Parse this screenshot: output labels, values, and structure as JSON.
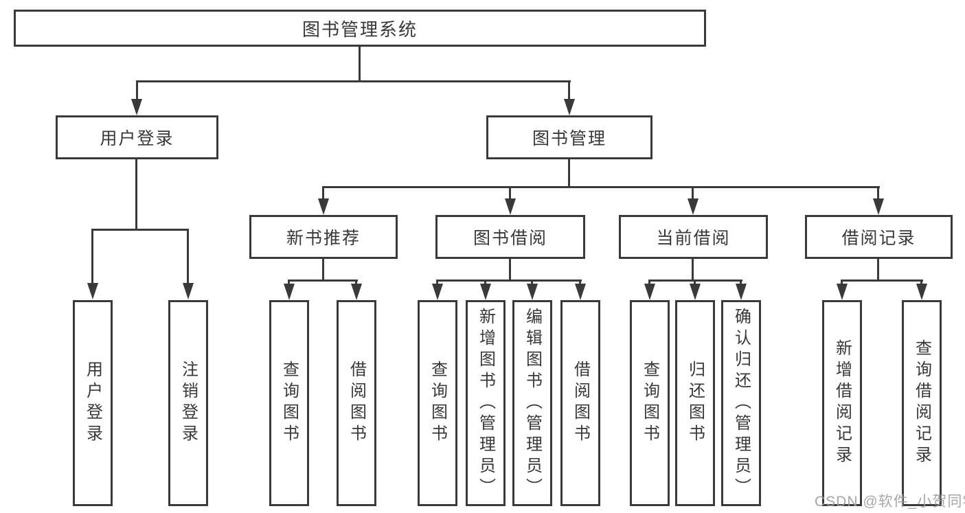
{
  "diagram": {
    "root": {
      "label": "图书管理系统"
    },
    "branches": [
      {
        "label": "用户登录",
        "children": [
          {
            "label": "用户登录"
          },
          {
            "label": "注销登录"
          }
        ]
      },
      {
        "label": "图书管理",
        "children": [
          {
            "label": "新书推荐",
            "children": [
              {
                "label": "查询图书"
              },
              {
                "label": "借阅图书"
              }
            ]
          },
          {
            "label": "图书借阅",
            "children": [
              {
                "label": "查询图书"
              },
              {
                "label": "新增图书（管理员）"
              },
              {
                "label": "编辑图书（管理员）"
              },
              {
                "label": "借阅图书"
              }
            ]
          },
          {
            "label": "当前借阅",
            "children": [
              {
                "label": "查询图书"
              },
              {
                "label": "归还图书"
              },
              {
                "label": "确认归还（管理员）"
              }
            ]
          },
          {
            "label": "借阅记录",
            "children": [
              {
                "label": "新增借阅记录"
              },
              {
                "label": "查询借阅记录"
              }
            ]
          }
        ]
      }
    ]
  },
  "watermark": {
    "text": "CSDN @软件_小贺同学"
  },
  "colors": {
    "line": "#3a3a3a",
    "text": "#383838",
    "watermark": "#9d9d9d",
    "background": "#ffffff"
  }
}
